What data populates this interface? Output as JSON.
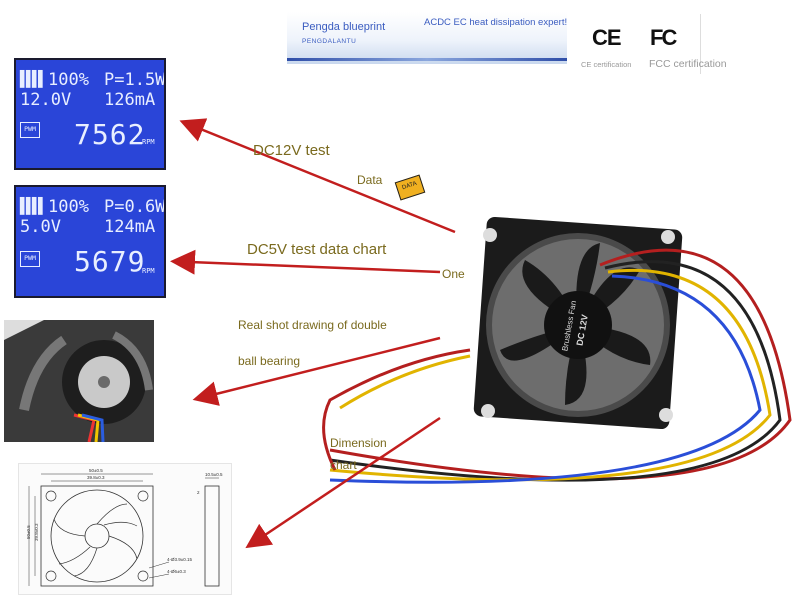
{
  "header": {
    "brand": "Pengda blueprint",
    "brand_sub": "PENGDALANTU",
    "slogan": "ACDC EC heat dissipation expert!",
    "ce_mark": "CE",
    "fc_mark": "FC",
    "ce_label": "CE certification",
    "fcc_label": "FCC certification"
  },
  "lcd_12v": {
    "duty": "100%",
    "power": "P=1.5W",
    "voltage": "12.0V",
    "current": "126mA",
    "rpm": "7562",
    "rpm_unit": "RPM",
    "pwm": "PWM"
  },
  "lcd_5v": {
    "duty": "100%",
    "power": "P=0.6W",
    "voltage": "5.0V",
    "current": "124mA",
    "rpm": "5679",
    "rpm_unit": "RPM",
    "pwm": "PWM"
  },
  "annotations": {
    "dc12": "DC12V test",
    "data": "Data",
    "dc5": "DC5V test data chart",
    "one": "One",
    "real": "Real shot drawing of double",
    "ball": "ball bearing",
    "dim": "Dimension",
    "chart": "chart"
  },
  "fan_label": {
    "line1": "Brushless Fan",
    "line2": "DC 12V"
  },
  "drawing": {
    "dim_top": "50±0.5",
    "dim_inner": "39.8±0.3",
    "dim_left": "50±0.5",
    "dim_left_inner": "39.8±0.3",
    "dim_side": "10.5±0.5",
    "dim_hole1": "4-Ø3.9±0.15",
    "dim_hole2": "4-Ø6±0.3",
    "side_mark": "2"
  },
  "colors": {
    "arrow": "#c21e1e",
    "lcd_bg": "#2a45d8",
    "annotation": "#7a6a1e",
    "brand_blue": "#3a5cc0"
  }
}
